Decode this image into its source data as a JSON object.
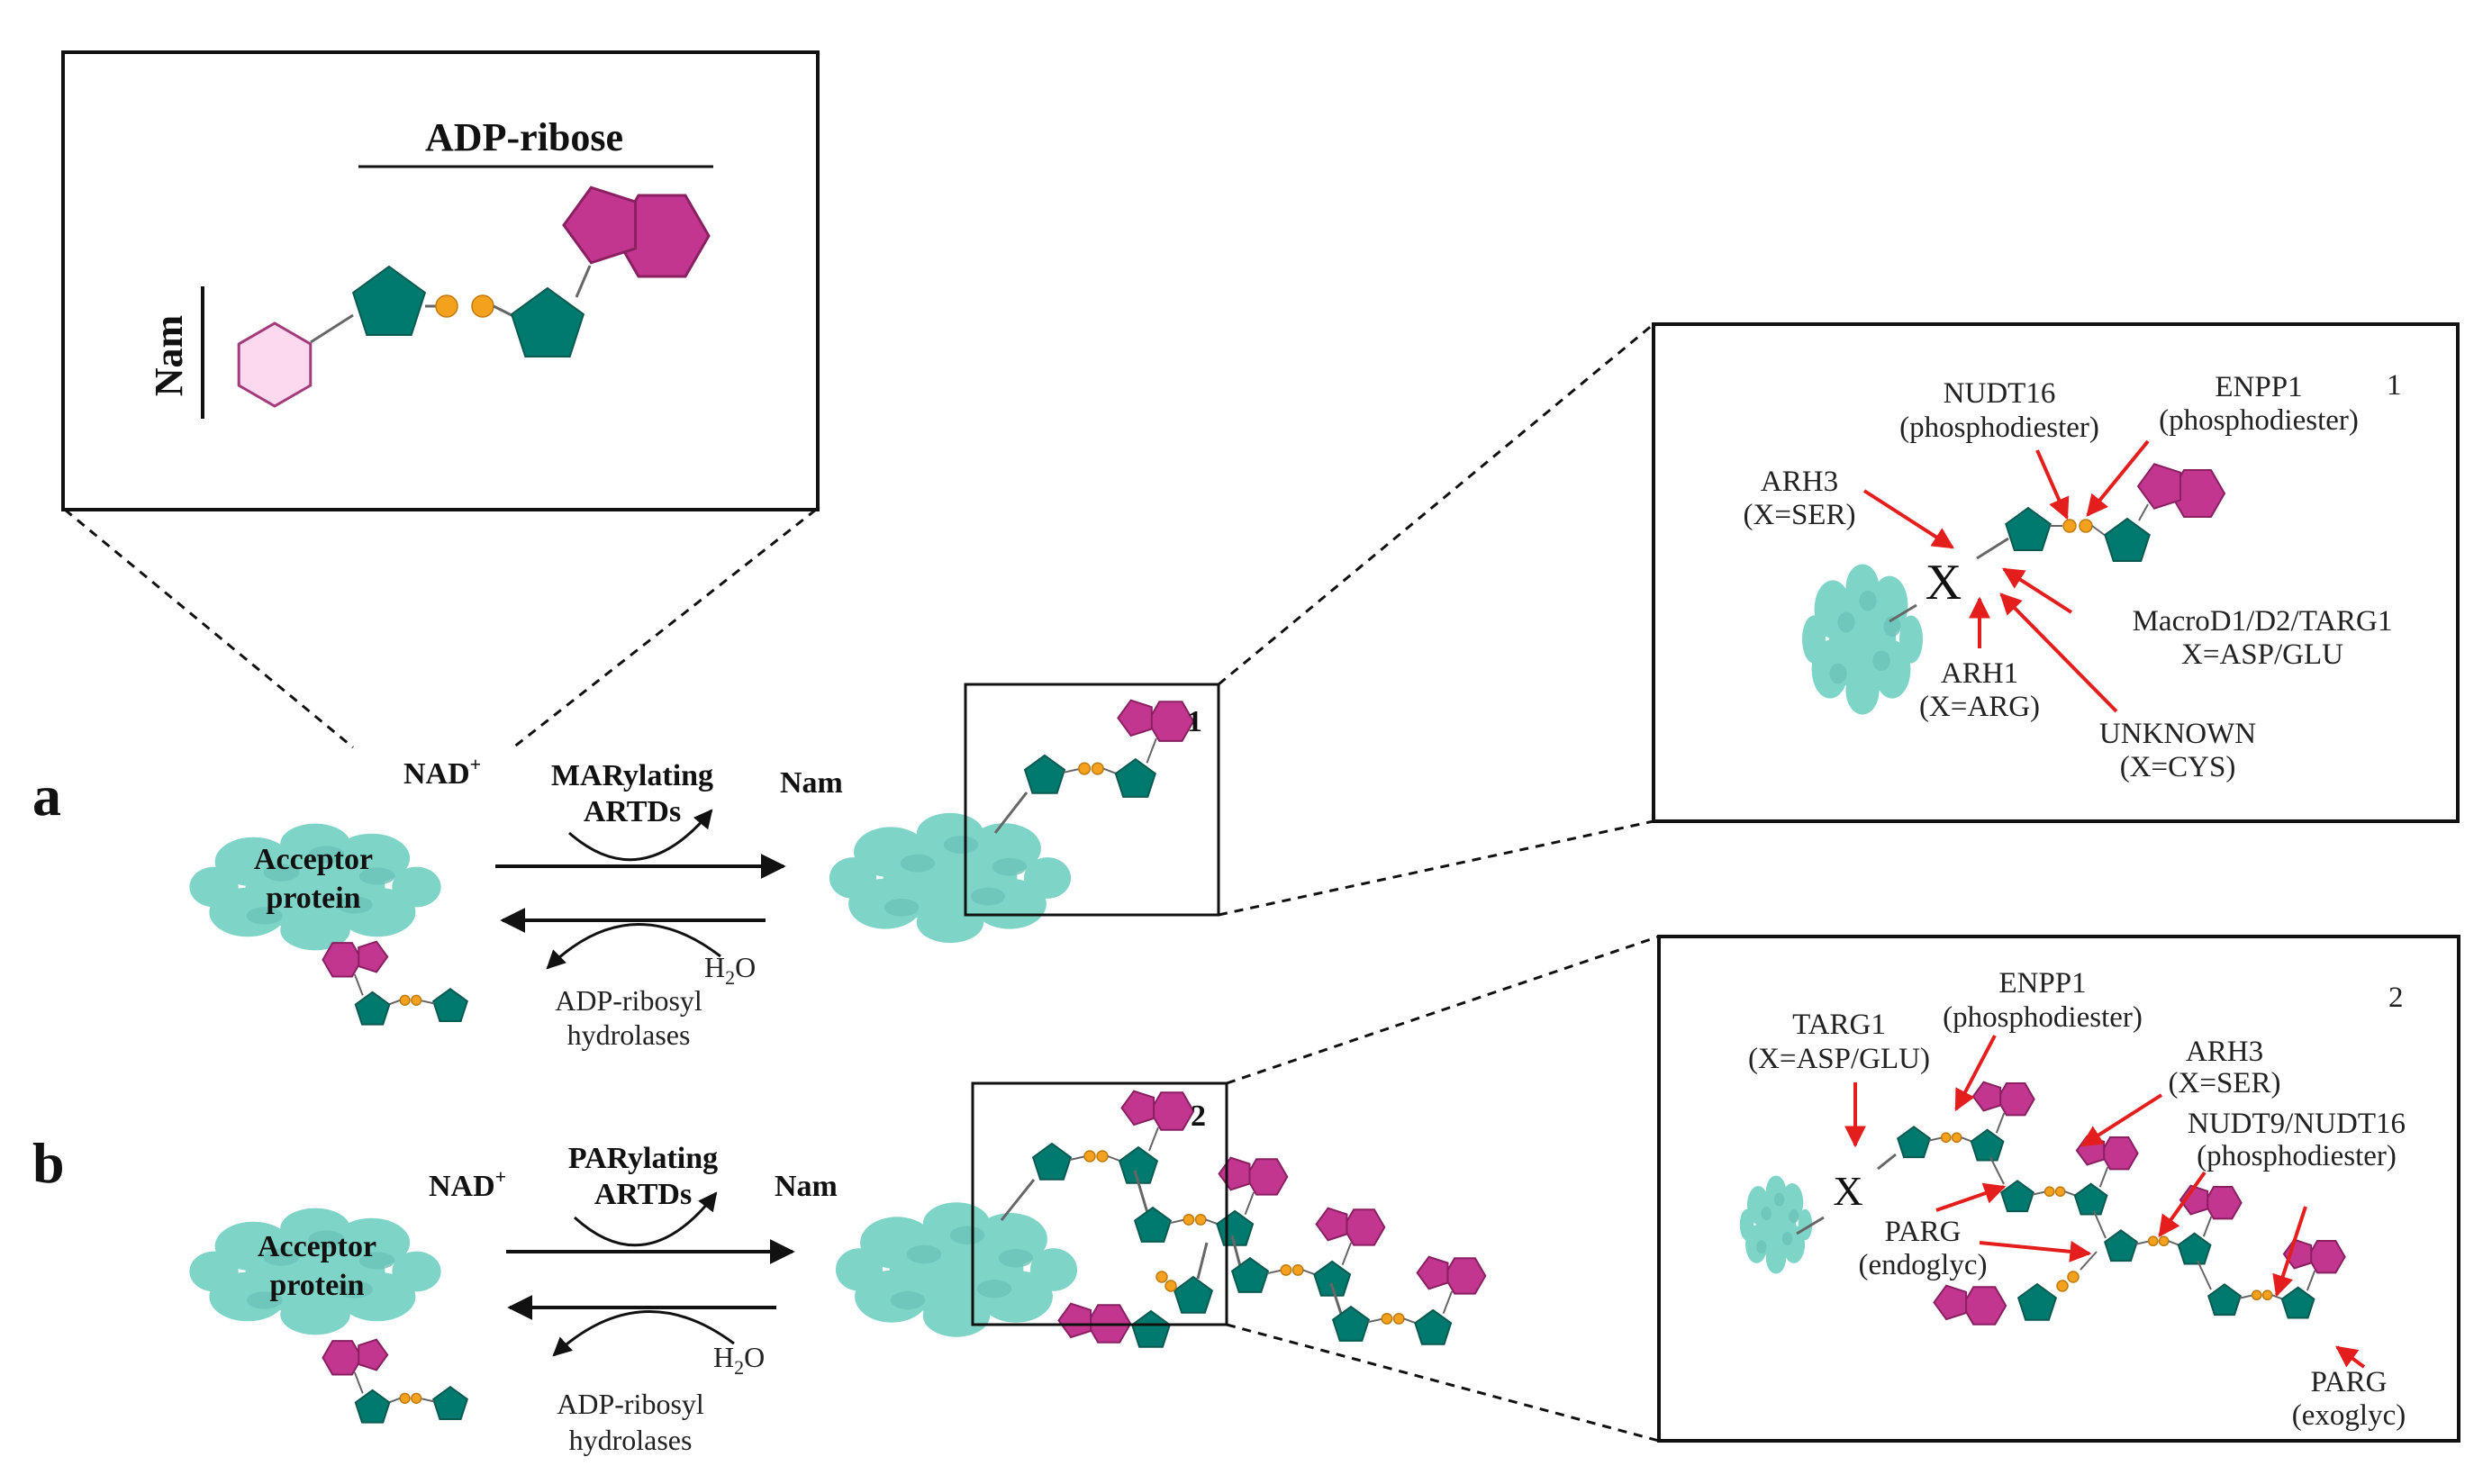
{
  "colors": {
    "teal": "#007a6e",
    "magenta": "#c2368f",
    "orange": "#f4a21e",
    "pink_light": "#fcd9ef",
    "protein": "#7fd4c8",
    "arrow_red": "#e41d1d",
    "line": "#111111"
  },
  "inset_top": {
    "title": "ADP-ribose",
    "nam_label": "Nam"
  },
  "panel_a": {
    "letter": "a",
    "nad": "NAD",
    "nad_sup": "+",
    "enzyme_line1": "MARylating",
    "enzyme_line2": "ARTDs",
    "nam": "Nam",
    "acceptor_line1": "Acceptor",
    "acceptor_line2": "protein",
    "water": "H",
    "water_sub": "2",
    "water_o": "O",
    "hydrolase_line1": "ADP-ribosyl",
    "hydrolase_line2": "hydrolases",
    "box_number": "1"
  },
  "panel_b": {
    "letter": "b",
    "nad": "NAD",
    "nad_sup": "+",
    "enzyme_line1": "PARylating",
    "enzyme_line2": "ARTDs",
    "nam": "Nam",
    "acceptor_line1": "Acceptor",
    "acceptor_line2": "protein",
    "water": "H",
    "water_sub": "2",
    "water_o": "O",
    "hydrolase_line1": "ADP-ribosyl",
    "hydrolase_line2": "hydrolases",
    "box_number": "2"
  },
  "detail_1": {
    "number": "1",
    "x_mark": "X",
    "nudt16": [
      "NUDT16",
      "(phosphodiester)"
    ],
    "enpp1": [
      "ENPP1",
      "(phosphodiester)"
    ],
    "arh3": [
      "ARH3",
      "(X=SER)"
    ],
    "macrod": [
      "MacroD1/D2/TARG1",
      "X=ASP/GLU"
    ],
    "arh1": [
      "ARH1",
      "(X=ARG)"
    ],
    "unknown": [
      "UNKNOWN",
      "(X=CYS)"
    ]
  },
  "detail_2": {
    "number": "2",
    "x_mark": "X",
    "enpp1": [
      "ENPP1",
      "(phosphodiester)"
    ],
    "targ1": [
      "TARG1",
      "(X=ASP/GLU)"
    ],
    "arh3": [
      "ARH3",
      "(X=SER)"
    ],
    "nudt": [
      "NUDT9/NUDT16",
      "(phosphodiester)"
    ],
    "parg_endo": [
      "PARG",
      "(endoglyc)"
    ],
    "parg_exo": [
      "PARG",
      "(exoglyc)"
    ]
  }
}
